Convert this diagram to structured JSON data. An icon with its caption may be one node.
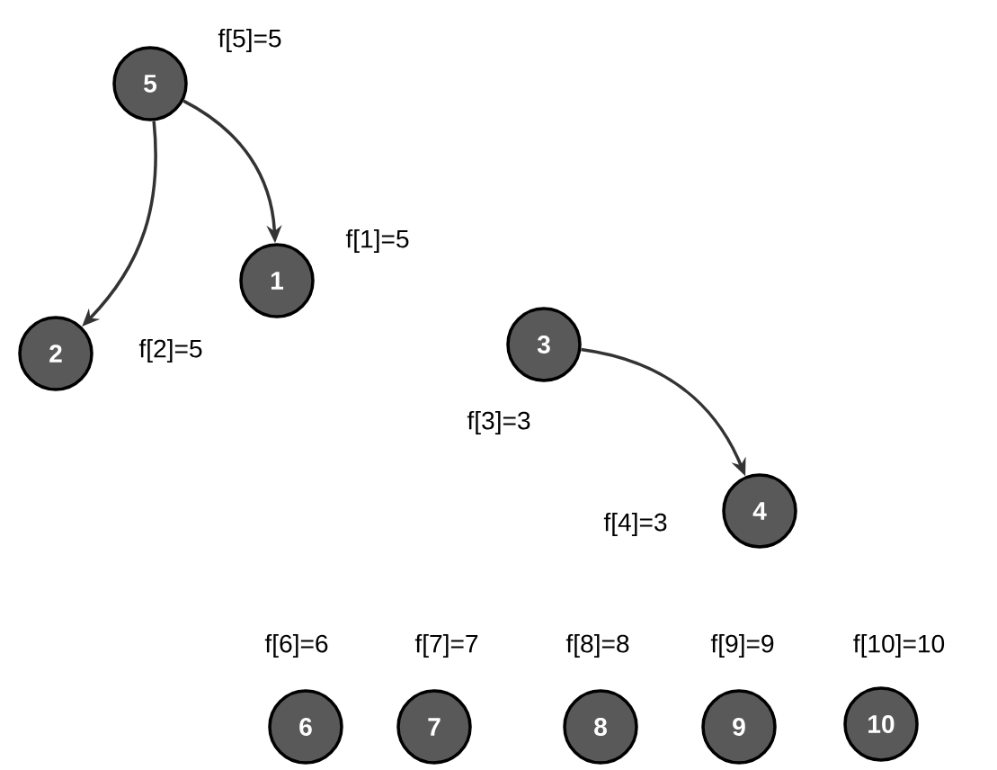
{
  "diagram": {
    "nodes": [
      {
        "text": [
          "5"
        ],
        "beside": [
          "f[5]=5"
        ]
      },
      {
        "text": [
          "1"
        ],
        "beside": [
          "f[1]=5"
        ]
      },
      {
        "text": [
          "2"
        ],
        "beside": [
          "f[2]=5"
        ]
      },
      {
        "text": [
          "3"
        ],
        "beside": [
          "f[3]=3"
        ]
      },
      {
        "text": [
          "4"
        ],
        "beside": [
          "f[4]=3"
        ]
      },
      {
        "text": [
          "6"
        ],
        "beside": [
          "f[6]=6"
        ]
      },
      {
        "text": [
          "7"
        ],
        "beside": [
          "f[7]=7"
        ]
      },
      {
        "text": [
          "8"
        ],
        "beside": [
          "f[8]=8"
        ]
      },
      {
        "text": [
          "9"
        ],
        "beside": [
          "f[9]=9"
        ]
      },
      {
        "text": [
          "10"
        ],
        "beside": [
          "f[10]=10"
        ]
      }
    ],
    "edges": [
      {
        "from": 0,
        "to": 1,
        "arrow": "to"
      },
      {
        "from": 0,
        "to": 2,
        "arrow": "to"
      },
      {
        "from": 3,
        "to": 4,
        "arrow": "to"
      }
    ]
  }
}
